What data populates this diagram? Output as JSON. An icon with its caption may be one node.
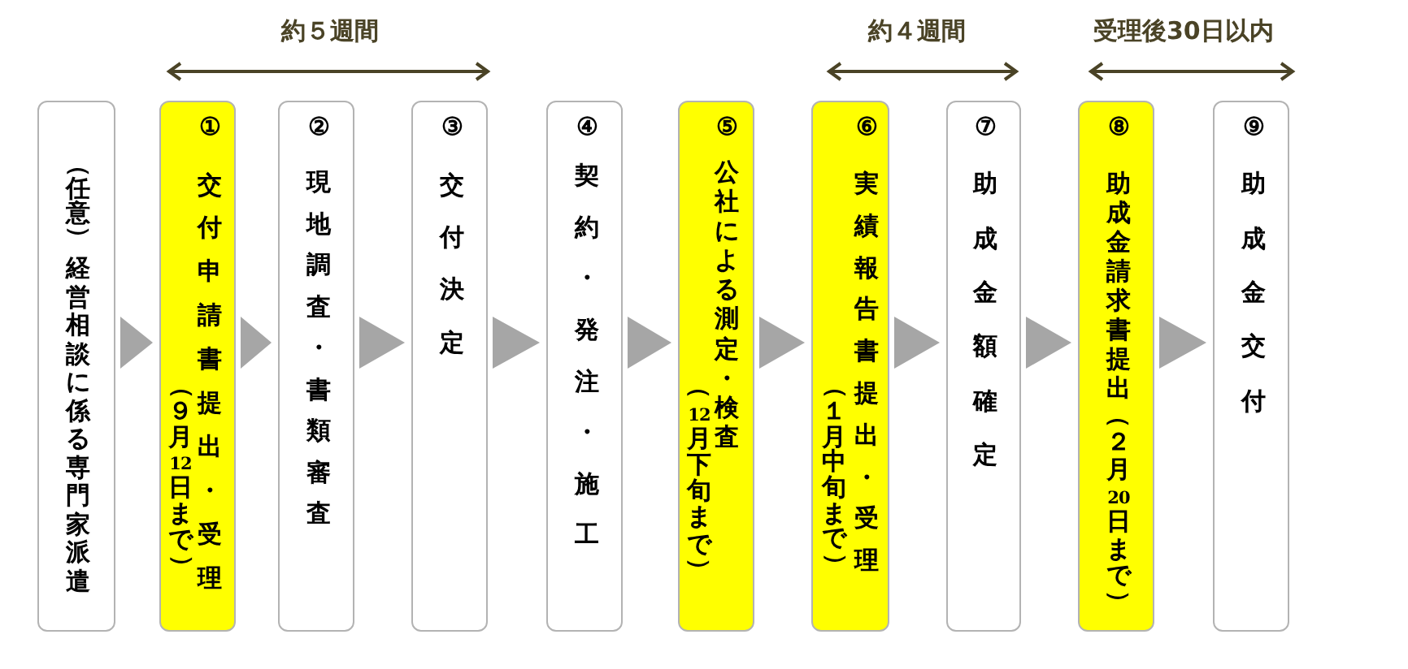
{
  "diagram": {
    "nodes": [
      {
        "text": [
          "（任意）",
          "経営相談に係る専門家派遣"
        ]
      },
      {
        "text": [
          "①",
          "交付申請書提出・受理",
          "（９月12日まで）"
        ]
      },
      {
        "text": [
          "②",
          "現地調査・書類審査"
        ]
      },
      {
        "text": [
          "③",
          "交付決定"
        ]
      },
      {
        "text": [
          "④",
          "契約・発注・施工"
        ]
      },
      {
        "text": [
          "⑤",
          "公社による測定・検査",
          "（12月下旬まで）"
        ]
      },
      {
        "text": [
          "⑥",
          "実績報告書提出・受理",
          "（１月中旬まで）"
        ]
      },
      {
        "text": [
          "⑦",
          "助成金額確定"
        ]
      },
      {
        "text": [
          "⑧",
          "助成金請求書提出",
          "（２月20日まで）"
        ]
      },
      {
        "text": [
          "⑨",
          "助成金交付"
        ]
      }
    ],
    "edges": [
      {
        "from": 0,
        "to": 1,
        "arrow": "to"
      },
      {
        "from": 1,
        "to": 2,
        "arrow": "to"
      },
      {
        "from": 2,
        "to": 3,
        "arrow": "to"
      },
      {
        "from": 3,
        "to": 4,
        "arrow": "to"
      },
      {
        "from": 4,
        "to": 5,
        "arrow": "to"
      },
      {
        "from": 5,
        "to": 6,
        "arrow": "to"
      },
      {
        "from": 6,
        "to": 7,
        "arrow": "to"
      },
      {
        "from": 7,
        "to": 8,
        "arrow": "to"
      },
      {
        "from": 8,
        "to": 9,
        "arrow": "to"
      }
    ],
    "labels": [
      "約５週間",
      "約４週間",
      "受理後30日以内"
    ]
  }
}
